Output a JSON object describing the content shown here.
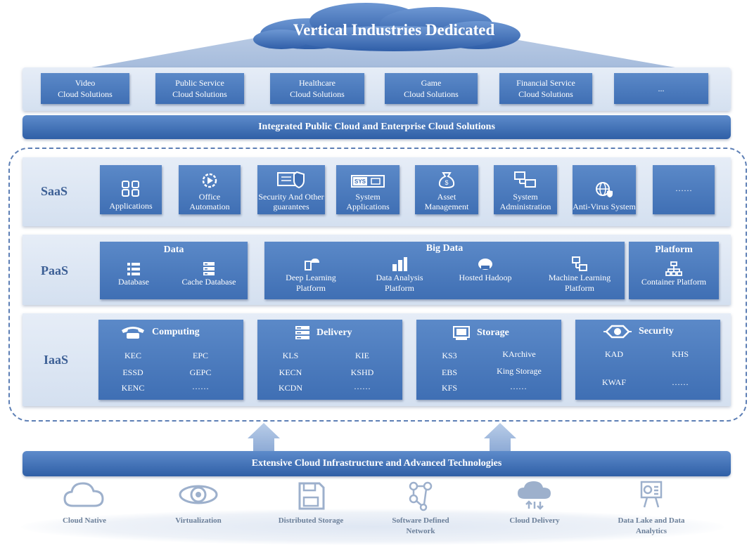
{
  "header": {
    "cloud_title": "Vertical Industries Dedicated"
  },
  "solutions": [
    {
      "line1": "Video",
      "line2": "Cloud Solutions"
    },
    {
      "line1": "Public Service",
      "line2": "Cloud Solutions"
    },
    {
      "line1": "Healthcare",
      "line2": "Cloud Solutions"
    },
    {
      "line1": "Game",
      "line2": "Cloud Solutions"
    },
    {
      "line1": "Financial Service",
      "line2": "Cloud Solutions"
    },
    {
      "line1": "...",
      "line2": ""
    }
  ],
  "integrated_bar": "Integrated  Public Cloud and Enterprise Cloud Solutions",
  "saas": {
    "label": "SaaS",
    "items": [
      {
        "label": "Applications",
        "icon": "apps-icon"
      },
      {
        "label": "Office Automation",
        "icon": "gear-play-icon"
      },
      {
        "label": "Security And Other guarantees",
        "icon": "shield-monitor-icon"
      },
      {
        "label": "System Applications",
        "icon": "sys-icon"
      },
      {
        "label": "Asset Management",
        "icon": "money-bag-icon"
      },
      {
        "label": "System Administration",
        "icon": "computers-icon"
      },
      {
        "label": "Anti-Virus System",
        "icon": "globe-shield-icon"
      },
      {
        "label": "……",
        "icon": ""
      }
    ]
  },
  "paas": {
    "label": "PaaS",
    "data": {
      "title": "Data",
      "items": [
        "Database",
        "Cache Database"
      ]
    },
    "bigdata": {
      "title": "Big Data",
      "items": [
        "Deep Learning Platform",
        "Data Analysis Platform",
        "Hosted Hadoop",
        "Machine Learning Platform"
      ]
    },
    "platform": {
      "title": "Platform",
      "items": [
        "Container Platform"
      ]
    }
  },
  "iaas": {
    "label": "IaaS",
    "groups": [
      {
        "title": "Computing",
        "icon": "phone-icon",
        "cells": [
          "KEC",
          "EPC",
          "ESSD",
          "GEPC",
          "KENC",
          "……"
        ]
      },
      {
        "title": "Delivery",
        "icon": "server-icon",
        "cells": [
          "KLS",
          "KIE",
          "KECN",
          "KSHD",
          "KCDN",
          "……"
        ]
      },
      {
        "title": "Storage",
        "icon": "storage-icon",
        "cells": [
          "KS3",
          "KArchive",
          "EBS",
          "King Storage",
          "KFS",
          "……"
        ]
      },
      {
        "title": "Security",
        "icon": "eye-icon",
        "cells": [
          "KAD",
          "KHS",
          "KWAF",
          "……"
        ]
      }
    ]
  },
  "infra_bar": "Extensive Cloud Infrastructure and Advanced Technologies",
  "foundation": [
    {
      "label": "Cloud Native",
      "icon": "cloud-icon"
    },
    {
      "label": "Virtualization",
      "icon": "eye-icon"
    },
    {
      "label": "Distributed Storage",
      "icon": "floppy-icon"
    },
    {
      "label": "Software Defined Network",
      "icon": "network-icon"
    },
    {
      "label": "Cloud Delivery",
      "icon": "cloud-upload-icon"
    },
    {
      "label": "Data Lake and Data Analytics",
      "icon": "analytics-board-icon"
    }
  ]
}
